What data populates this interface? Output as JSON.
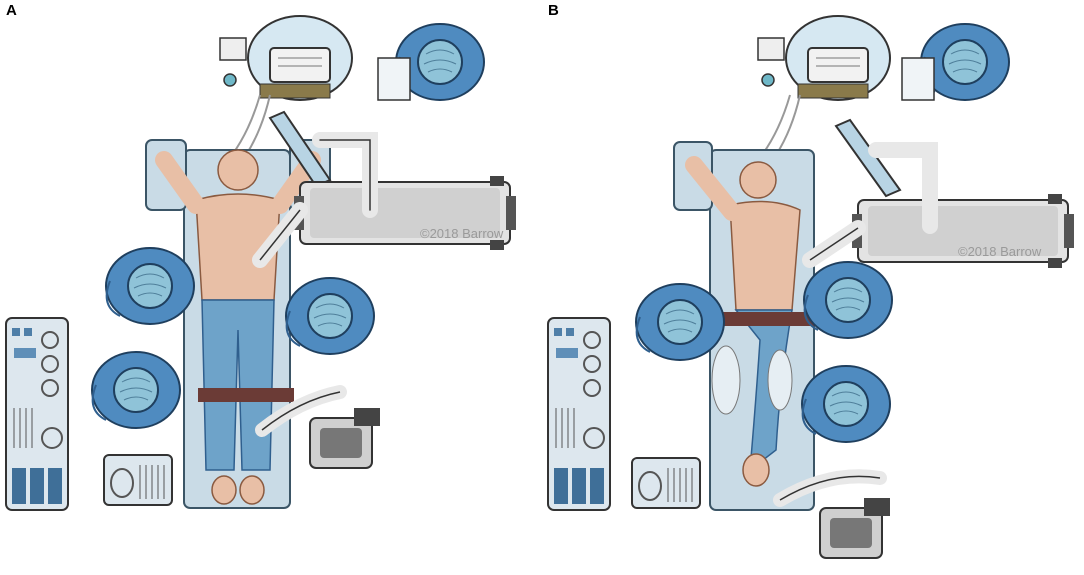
{
  "panels": [
    {
      "label": "A",
      "watermark": "©2018 Barrow"
    },
    {
      "label": "B",
      "watermark": "©2018 Barrow"
    }
  ],
  "colors": {
    "surgeon_gown": "#4f8bc0",
    "surgeon_gown_dark": "#2f5f8e",
    "cap": "#8fc3d8",
    "table": "#c9dbe6",
    "skin": "#e8bfa6",
    "pants": "#6ea3c9",
    "belt": "#6b3b36",
    "robot_arm": "#e8e8e8",
    "tray": "#dde7ee"
  }
}
